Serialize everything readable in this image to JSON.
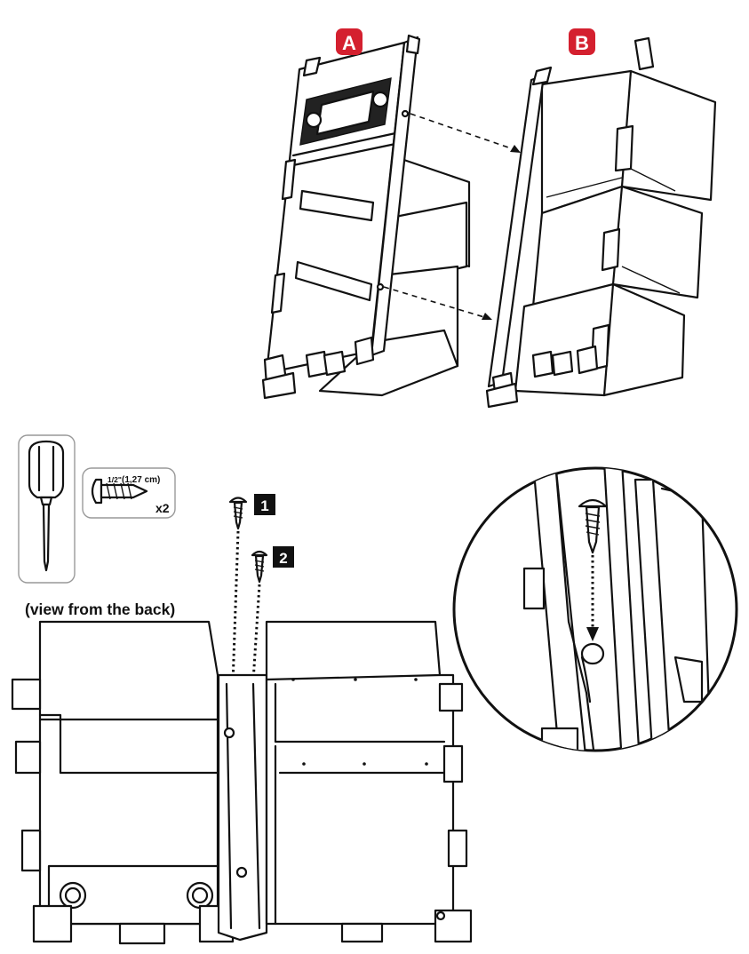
{
  "labels": {
    "module_a": "A",
    "module_b": "B",
    "step_1": "1",
    "step_2": "2",
    "view_caption": "(view from the back)"
  },
  "screw_spec": {
    "fraction": "1/2\"",
    "metric": "(1,27 cm)",
    "quantity": "x2"
  },
  "colors": {
    "badge_red": "#d4202f",
    "line": "#111111",
    "background": "#ffffff"
  },
  "icons": {
    "tool": "phillips-screwdriver-icon",
    "fastener": "self-tapping-screw-icon"
  }
}
